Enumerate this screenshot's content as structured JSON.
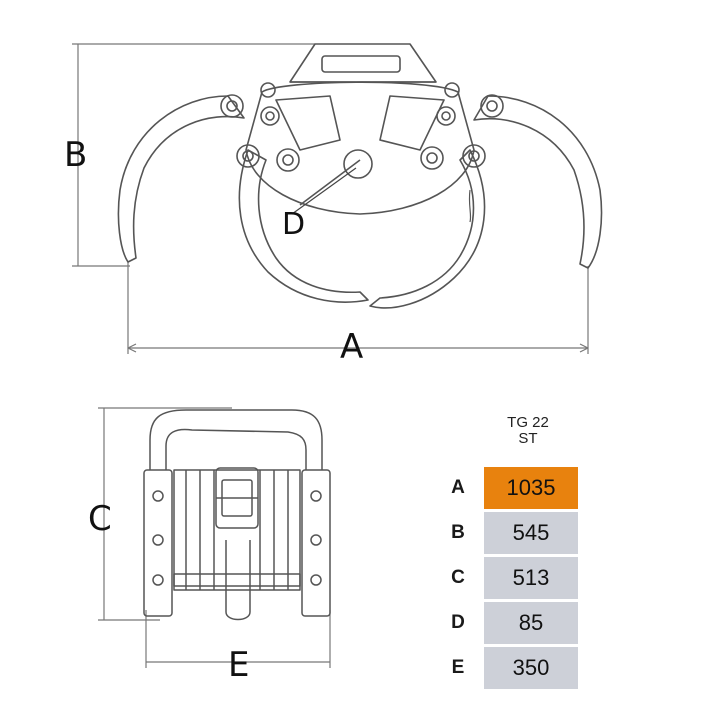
{
  "dimension_letters": {
    "a": "A",
    "b": "B",
    "c": "C",
    "d": "D",
    "e": "E"
  },
  "spec_table": {
    "model": "TG 22",
    "variant": "ST",
    "rows": [
      {
        "label": "A",
        "value": "1035",
        "highlight": true
      },
      {
        "label": "B",
        "value": "545",
        "highlight": false
      },
      {
        "label": "C",
        "value": "513",
        "highlight": false
      },
      {
        "label": "D",
        "value": "85",
        "highlight": false
      },
      {
        "label": "E",
        "value": "350",
        "highlight": false
      }
    ]
  },
  "colors": {
    "line": "#555555",
    "highlight": "#e8820e",
    "cell": "#cdd0d8"
  }
}
